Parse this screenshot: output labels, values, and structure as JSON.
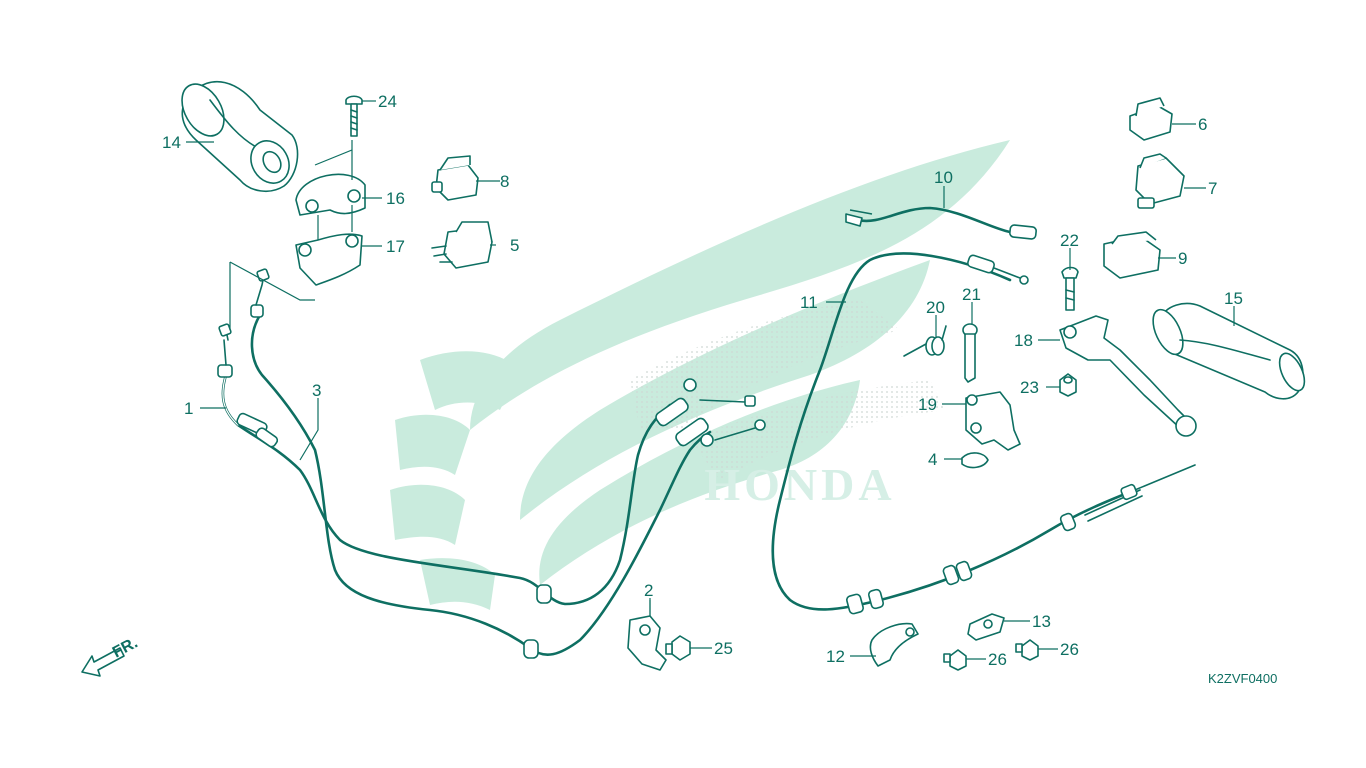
{
  "diagram_code": "K2ZVF0400",
  "direction_label": "FR.",
  "watermark_text": "HONDA",
  "colors": {
    "line": "#0e6f62",
    "watermark": "#c9ebdd"
  },
  "callouts": [
    "1",
    "2",
    "3",
    "4",
    "5",
    "6",
    "7",
    "8",
    "9",
    "10",
    "11",
    "12",
    "13",
    "14",
    "15",
    "16",
    "17",
    "18",
    "19",
    "20",
    "21",
    "22",
    "23",
    "24",
    "25",
    "26",
    "26"
  ]
}
